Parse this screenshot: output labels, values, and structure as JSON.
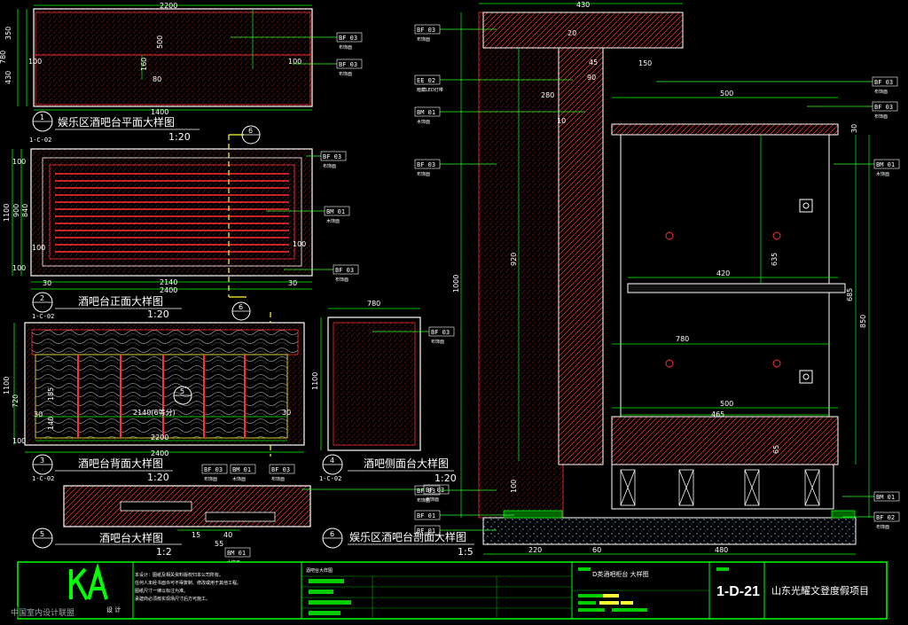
{
  "colors": {
    "background": "#000000",
    "frame": "#ffffff",
    "detail": "#ff2020",
    "dim": "#00ff00",
    "hatch": "#ff4040",
    "leader": "#33ff33",
    "section": "#ffff33"
  },
  "views": {
    "v1": {
      "num": "1",
      "sheet": "1-C-02",
      "title": "娱乐区酒吧台平面大样图",
      "scale": "1:20",
      "dims": [
        "2200",
        "1400",
        "350",
        "780",
        "430",
        "100",
        "100",
        "160",
        "80",
        "500"
      ]
    },
    "v2": {
      "num": "2",
      "sheet": "1-C-02",
      "title": "酒吧台正面大样图",
      "scale": "1:20",
      "dims": [
        "2140",
        "2400",
        "1100",
        "900",
        "840",
        "100",
        "100",
        "30",
        "30",
        "100",
        "100"
      ]
    },
    "v3": {
      "num": "3",
      "sheet": "1-C-02",
      "title": "酒吧台背面大样图",
      "scale": "1:20",
      "dims": [
        "2140(6等分)",
        "2200",
        "2400",
        "1100",
        "720",
        "30",
        "30",
        "185",
        "140",
        "100"
      ]
    },
    "v4": {
      "num": "4",
      "sheet": "1-C-02",
      "title": "酒吧侧面台大样图",
      "scale": "1:20",
      "dims": [
        "780",
        "1100"
      ]
    },
    "v5": {
      "num": "5",
      "title": "酒吧台大样图",
      "scale": "1:2",
      "dims": [
        "15",
        "40",
        "55"
      ]
    },
    "v6": {
      "num": "6",
      "title": "娱乐区酒吧台剖面大样图",
      "scale": "1:5",
      "dims": [
        "430",
        "1000",
        "920",
        "500",
        "420",
        "780",
        "500",
        "465",
        "635",
        "685",
        "850",
        "220",
        "60",
        "480",
        "280",
        "150",
        "90",
        "45",
        "20",
        "10",
        "30",
        "100",
        "65"
      ]
    }
  },
  "section_markers": [
    "6",
    "6",
    "5"
  ],
  "tags": {
    "bf03": "BF 03",
    "bm01": "BM 01",
    "bf01": "BF 01",
    "bf02": "BF 02",
    "ee02": "EE 02",
    "bf03_note": "布饰面",
    "bm01_note": "木饰面",
    "ee02_note": "暗藏LED灯带"
  },
  "titleblock": {
    "logo_text": "KA",
    "logo_sub": "设  计",
    "drawing_no": "1-D-21",
    "project": "山东光耀文登度假项目",
    "drawing_name": "D类酒吧柜台 大样图",
    "notes_header": "酒吧台大样图",
    "notes": [
      "本设计：图纸及相关资料版权归本公司所有。",
      "任何人未经书面许可不得复制、修改或用于其他工程。",
      "图纸尺寸一律以标注为准。",
      "承建商必须核实现场尺寸后方可施工。"
    ]
  },
  "watermark": "中国室内设计联盟"
}
